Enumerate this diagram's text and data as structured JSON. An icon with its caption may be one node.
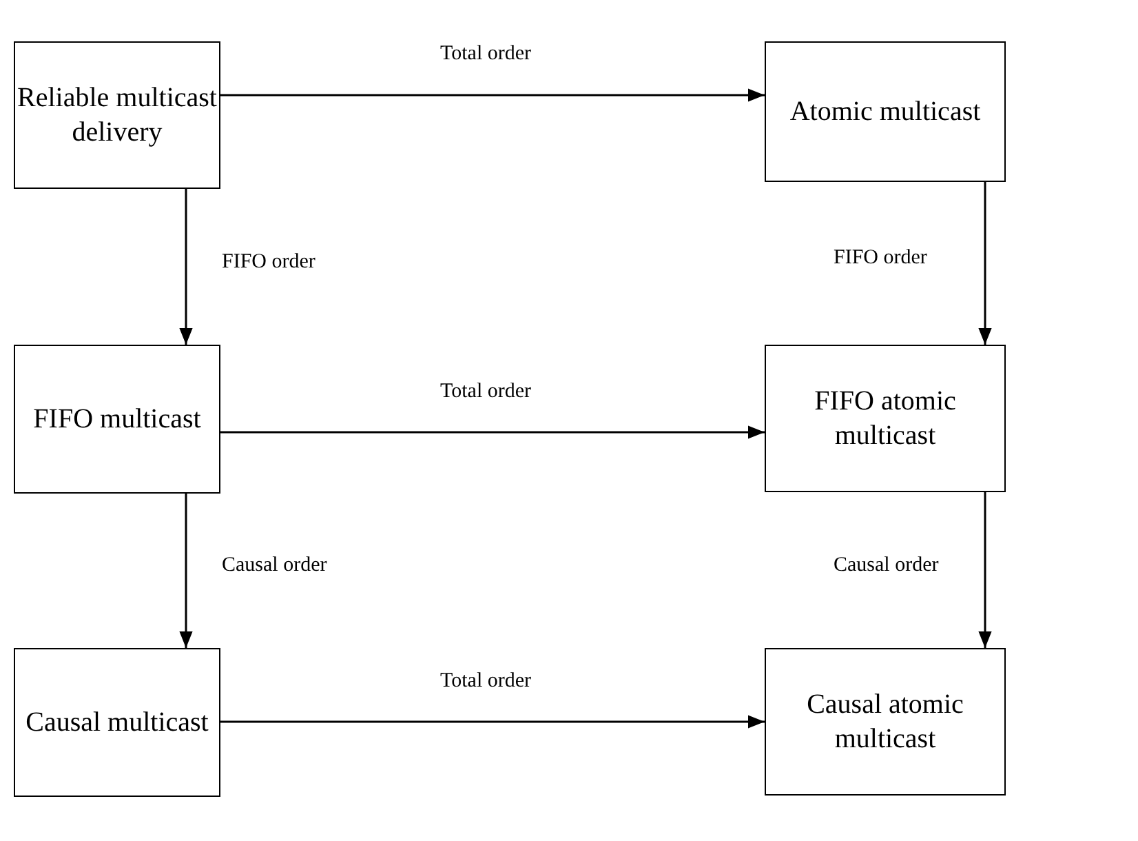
{
  "diagram": {
    "nodes": [
      {
        "text": [
          "Reliable multicast delivery"
        ]
      },
      {
        "text": [
          "Atomic multicast"
        ]
      },
      {
        "text": [
          "FIFO multicast"
        ]
      },
      {
        "text": [
          "FIFO atomic multicast"
        ]
      },
      {
        "text": [
          "Causal multicast"
        ]
      },
      {
        "text": [
          "Causal atomic multicast"
        ]
      }
    ],
    "edges": [
      {
        "from": 0,
        "to": 1,
        "arrow": "to",
        "label": "Total order"
      },
      {
        "from": 0,
        "to": 2,
        "arrow": "to",
        "label": "FIFO order"
      },
      {
        "from": 1,
        "to": 3,
        "arrow": "to",
        "label": "FIFO order"
      },
      {
        "from": 2,
        "to": 3,
        "arrow": "to",
        "label": "Total order"
      },
      {
        "from": 2,
        "to": 4,
        "arrow": "to",
        "label": "Causal order"
      },
      {
        "from": 3,
        "to": 5,
        "arrow": "to",
        "label": "Causal order"
      },
      {
        "from": 4,
        "to": 5,
        "arrow": "to",
        "label": "Total order"
      }
    ]
  }
}
